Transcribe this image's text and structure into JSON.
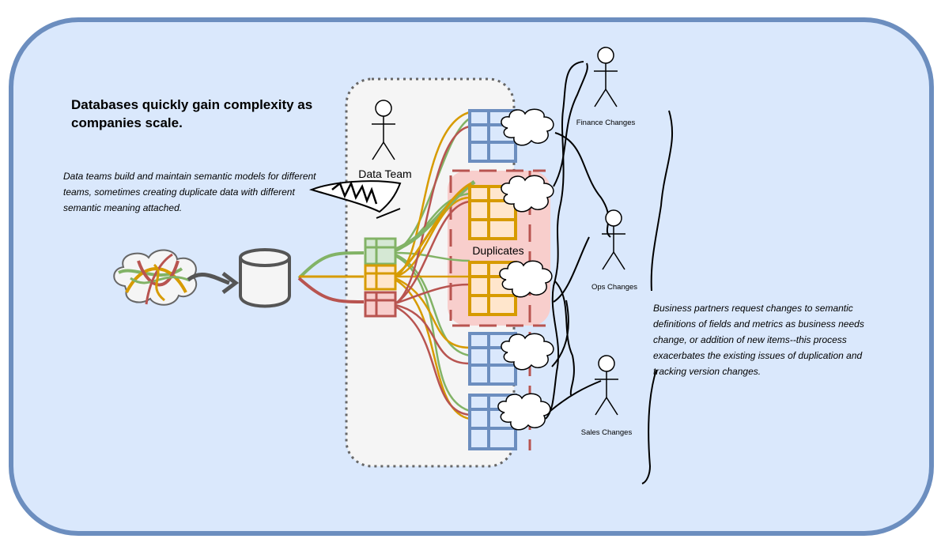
{
  "title": "Databases quickly gain complexity as companies scale.",
  "data_team_description": "Data teams build and maintain semantic models for different teams, sometimes creating duplicate data with different semantic meaning attached.",
  "business_description": "Business partners request changes to semantic definitions of fields and metrics as business needs change, or addition of new items--this process exacerbates the existing issues of duplication and tracking version changes.",
  "labels": {
    "data_team": "Data Team",
    "duplicates": "Duplicates",
    "finance": "Finance Changes",
    "ops": "Ops Changes",
    "sales": "Sales Changes"
  },
  "colors": {
    "frame_border": "#6c8ebf",
    "frame_fill": "#dae8fc",
    "team_fill": "#f5f5f5",
    "duplicates_fill": "#f8cecc",
    "duplicates_border": "#b85450",
    "table_blue": "#6c8ebf",
    "table_orange": "#d79b00",
    "green": "#82b366",
    "orange": "#d6a02a",
    "red": "#b85450"
  }
}
